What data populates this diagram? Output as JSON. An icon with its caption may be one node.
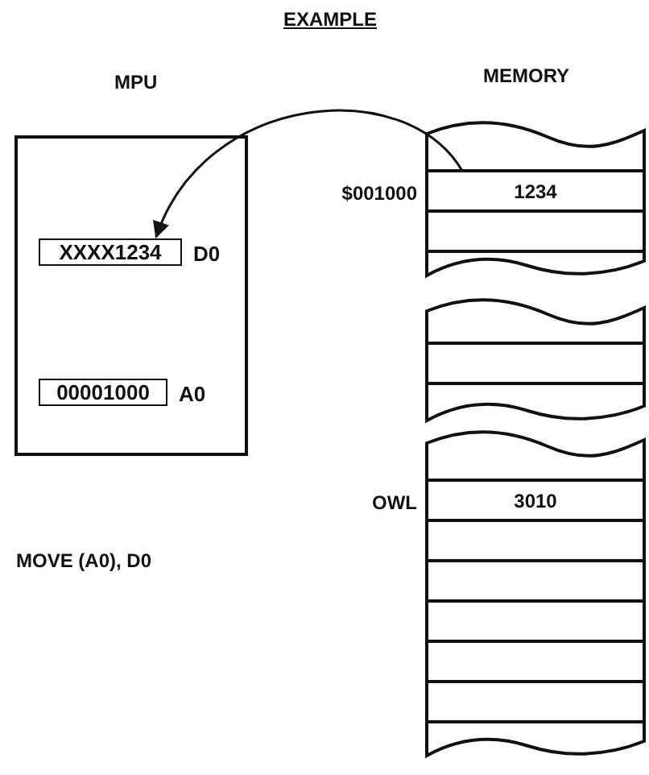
{
  "diagram": {
    "title": "EXAMPLE",
    "nodes": [
      {
        "text": [
          "MPU"
        ]
      },
      {
        "text": [
          "XXXX1234"
        ],
        "in": 0,
        "beside": [
          "D0"
        ]
      },
      {
        "text": [
          "00001000"
        ],
        "in": 0,
        "beside": [
          "A0"
        ]
      },
      {
        "text": [],
        "shape": "box"
      },
      {
        "text": [
          "1234"
        ],
        "in": 3,
        "beside": [
          "$001000"
        ]
      },
      {
        "text": [],
        "shape": "box",
        "in": 3
      },
      {
        "text": [],
        "shape": "box"
      },
      {
        "text": [],
        "shape": "box",
        "in": 6
      },
      {
        "text": [],
        "shape": "box"
      },
      {
        "text": [
          "3010"
        ],
        "in": 8,
        "beside": [
          "OWL"
        ]
      },
      {
        "text": [],
        "shape": "box",
        "in": 8
      },
      {
        "text": [],
        "shape": "box",
        "in": 8
      },
      {
        "text": [],
        "shape": "box",
        "in": 8
      },
      {
        "text": [],
        "shape": "box",
        "in": 8
      },
      {
        "text": [],
        "shape": "box",
        "in": 8
      }
    ],
    "edges": [
      {
        "from": 4,
        "to": 1,
        "arrow": "to"
      }
    ],
    "labels": [
      "MEMORY",
      "MOVE (A0), D0"
    ]
  }
}
